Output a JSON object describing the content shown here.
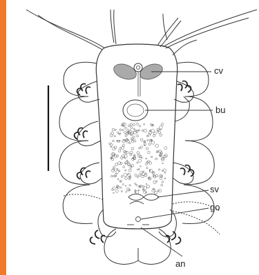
{
  "accent_bar_color": "#f07a2a",
  "labels": {
    "cv": "cv",
    "bu": "bu",
    "sv": "sv",
    "go": "go",
    "an": "an"
  }
}
